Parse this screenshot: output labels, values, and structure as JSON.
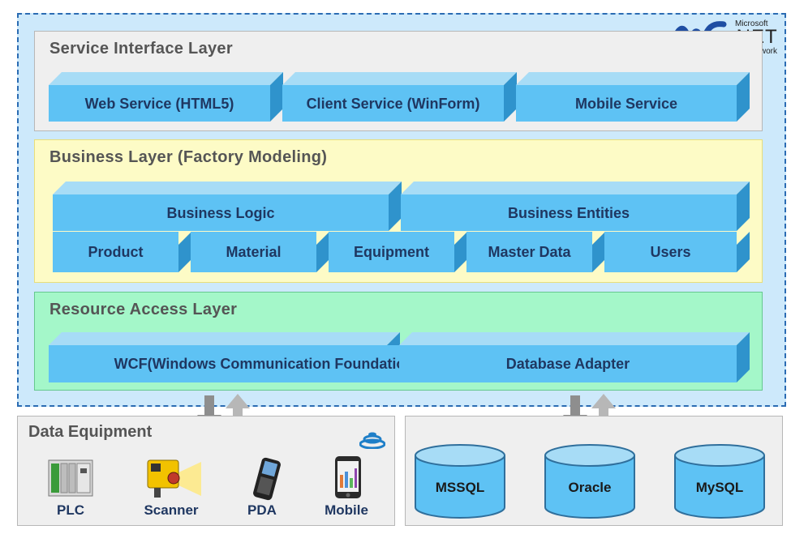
{
  "framework_logo": {
    "line1": "Microsoft",
    "line2": ".NET",
    "line3": "Framework"
  },
  "layers": {
    "service": {
      "title": "Service Interface Layer",
      "blocks": [
        "Web Service (HTML5)",
        "Client Service (WinForm)",
        "Mobile Service"
      ]
    },
    "business": {
      "title": "Business Layer (Factory Modeling)",
      "blocks": [
        "Business Logic",
        "Business Entities"
      ],
      "modules": [
        "Product",
        "Material",
        "Equipment",
        "Master Data",
        "Users"
      ]
    },
    "resource": {
      "title": "Resource Access Layer",
      "blocks": [
        "WCF(Windows Communication Foundation)",
        "Database Adapter"
      ]
    }
  },
  "data_equipment": {
    "title": "Data Equipment",
    "devices": [
      "PLC",
      "Scanner",
      "PDA",
      "Mobile"
    ]
  },
  "databases": [
    "MSSQL",
    "Oracle",
    "MySQL"
  ],
  "colors": {
    "block_face": "#5ec2f4",
    "block_top": "#a7dcf6",
    "block_side": "#2f93cc",
    "framework_bg": "#cde9fb",
    "framework_border": "#2b6cb3",
    "business_bg": "#fdfbc6",
    "resource_bg": "#a4f7c9",
    "label_text": "#1f3761"
  }
}
